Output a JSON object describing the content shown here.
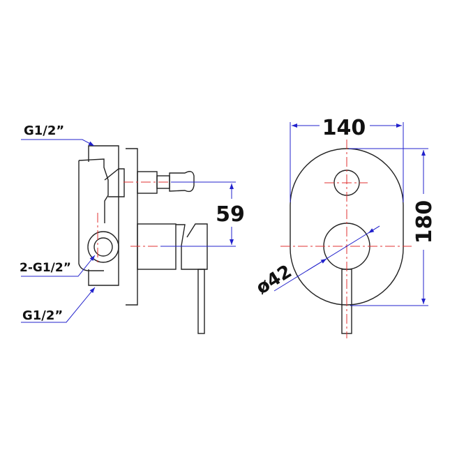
{
  "labels": {
    "top_inlet": "G1/2”",
    "outlets": "2-G1/2”",
    "bottom_inlet": "G1/2”"
  },
  "dimensions": {
    "spindle_spacing": "59",
    "width": "140",
    "height": "180",
    "handle_diameter": "ø42"
  },
  "colors": {
    "outline": "#222222",
    "centerline": "#e03030",
    "dimension": "#2222cc"
  }
}
